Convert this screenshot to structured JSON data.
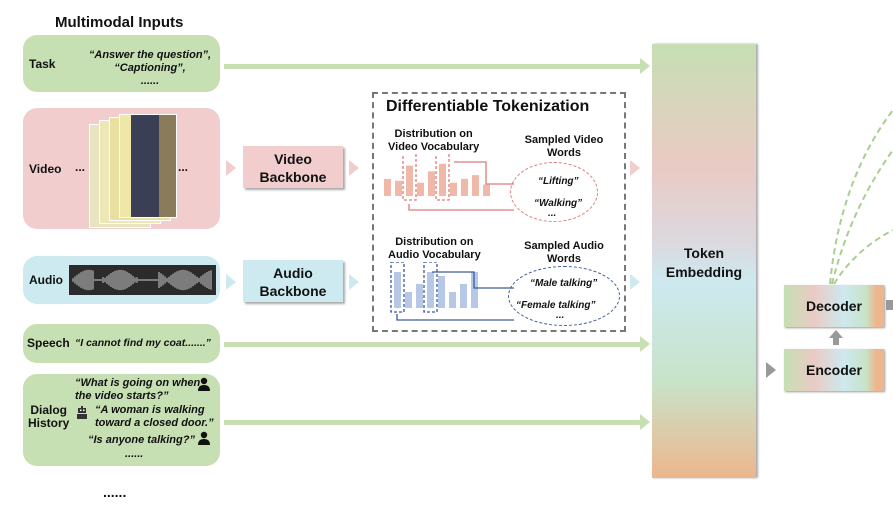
{
  "title": "Multimodal Inputs",
  "inputs": {
    "task": {
      "label": "Task",
      "text1": "“Answer the question”,",
      "text2": "“Captioning”,",
      "text3": "......"
    },
    "video": {
      "label": "Video",
      "ellipsis_left": "...",
      "ellipsis_right": "..."
    },
    "audio": {
      "label": "Audio"
    },
    "speech": {
      "label": "Speech",
      "text": "“I cannot find my coat.......”"
    },
    "dialog": {
      "label1": "Dialog",
      "label2": "History",
      "q1a": "“What is going on when",
      "q1b": "the video starts?”",
      "a1a": "“A woman is walking",
      "a1b": "toward a closed door.”",
      "q2": "“Is anyone talking?”",
      "more": "......"
    },
    "more": "......"
  },
  "backbones": {
    "video": {
      "line1": "Video",
      "line2": "Backbone"
    },
    "audio": {
      "line1": "Audio",
      "line2": "Backbone"
    }
  },
  "tokenization": {
    "title": "Differentiable Tokenization",
    "video_dist1": "Distribution on",
    "video_dist2": "Video Vocabulary",
    "video_words1": "Sampled Video",
    "video_words2": "Words",
    "video_w1": "“Lifting”",
    "video_w2": "“Walking”",
    "video_more": "...",
    "audio_dist1": "Distribution on",
    "audio_dist2": "Audio Vocabulary",
    "audio_words1": "Sampled Audio",
    "audio_words2": "Words",
    "audio_w1": "“Male talking”",
    "audio_w2": "“Female talking”",
    "audio_more": "...",
    "video_bars": [
      0.45,
      0.4,
      0.8,
      0.35,
      0.65,
      0.85,
      0.35,
      0.45,
      0.55,
      0.3
    ],
    "audio_bars": [
      0.9,
      0.4,
      0.6,
      0.9,
      0.8,
      0.4,
      0.6,
      0.9
    ]
  },
  "embedding": {
    "line1": "Token",
    "line2": "Embedding"
  },
  "model": {
    "decoder": "Decoder",
    "encoder": "Encoder"
  },
  "colors": {
    "green": "#c6dfb3",
    "pink": "#f1cdcd",
    "blue": "#cdeaf0",
    "video_accent": "#e07a7a",
    "audio_accent": "#3b5b9a",
    "video_bar": "#f0b8a8",
    "audio_bar": "#b6c8e6"
  }
}
